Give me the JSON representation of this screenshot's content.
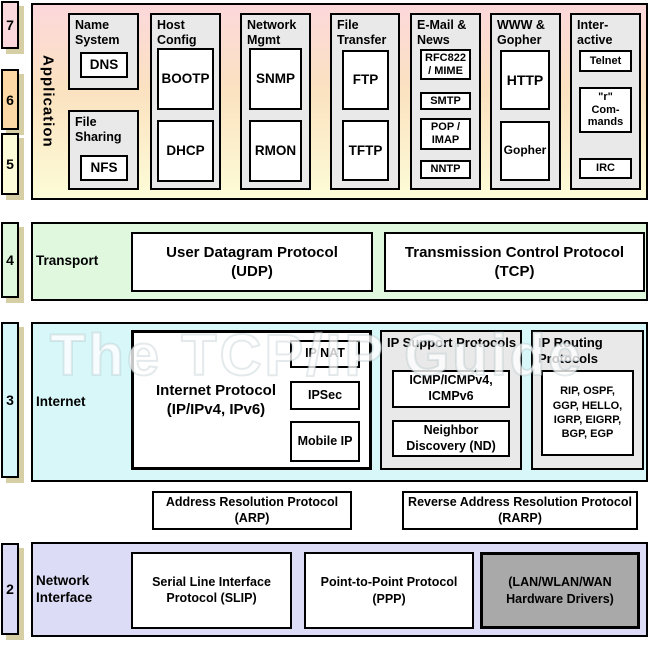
{
  "watermark": "The TCP/IP Guide",
  "colors": {
    "layer7_pink": "#fbd8db",
    "layer6_peach": "#fbd8a6",
    "layer5_cream": "#fdfcd9",
    "layer4_green": "#dff8de",
    "layer3_cyan": "#d8f7f9",
    "layer2_lavender": "#dcdcf6",
    "group_grey": "#e9e9e9",
    "hardware_grey": "#a9a9a9",
    "shadow_tan": "#d6cfa5"
  },
  "badges": {
    "b7": "7",
    "b6": "6",
    "b5": "5",
    "b4": "4",
    "b3": "3",
    "b2": "2"
  },
  "application": {
    "label": "Application",
    "groups": [
      {
        "header": "Name System",
        "items": [
          "DNS"
        ]
      },
      {
        "header": "File Sharing",
        "items": [
          "NFS"
        ]
      },
      {
        "header": "Host Config",
        "items": [
          "BOOTP",
          "DHCP"
        ]
      },
      {
        "header": "Network Mgmt",
        "items": [
          "SNMP",
          "RMON"
        ]
      },
      {
        "header": "File Transfer",
        "items": [
          "FTP",
          "TFTP"
        ]
      },
      {
        "header": "E-Mail & News",
        "items": [
          "RFC822 / MIME",
          "SMTP",
          "POP / IMAP",
          "NNTP"
        ]
      },
      {
        "header": "WWW & Gopher",
        "items": [
          "HTTP",
          "Gopher"
        ]
      },
      {
        "header": "Inter- active",
        "items": [
          "Telnet",
          "\"r\" Com- mands",
          "IRC"
        ]
      }
    ]
  },
  "transport": {
    "label": "Transport",
    "udp": [
      "User Datagram Protocol",
      "(UDP)"
    ],
    "tcp": [
      "Transmission Control Protocol",
      "(TCP)"
    ]
  },
  "internet": {
    "label": "Internet",
    "ip_box": "Internet Protocol (IP/IPv4, IPv6)",
    "ip_sub": [
      "IP NAT",
      "IPSec",
      "Mobile IP"
    ],
    "support": {
      "header": "IP Support Protocols",
      "icmp": "ICMP/ICMPv4, ICMPv6",
      "nd": "Neighbor Discovery (ND)"
    },
    "routing": {
      "header": "IP Routing Protocols",
      "list": "RIP, OSPF, GGP, HELLO, IGRP, EIGRP, BGP, EGP"
    }
  },
  "arp": "Address Resolution Protocol (ARP)",
  "rarp": "Reverse Address Resolution Protocol (RARP)",
  "network_interface": {
    "label": "Network Interface",
    "slip": "Serial Line Interface Protocol (SLIP)",
    "ppp": [
      "Point-to-Point Protocol",
      "(PPP)"
    ],
    "hardware": "(LAN/WLAN/WAN Hardware Drivers)"
  }
}
